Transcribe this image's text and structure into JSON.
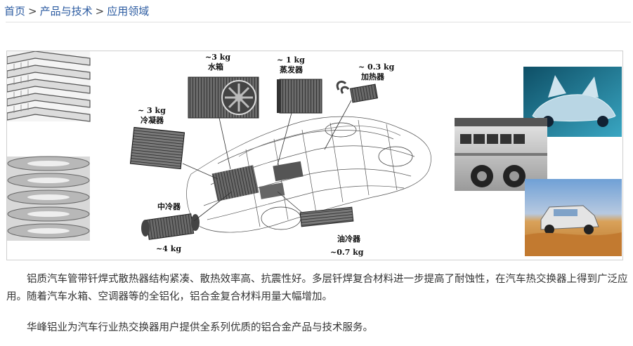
{
  "breadcrumb": {
    "home": "首页",
    "products": "产品与技术",
    "current": "应用领域",
    "separator": ">"
  },
  "figure": {
    "labels": {
      "water_tank_weight": "~3 kg",
      "water_tank": "水箱",
      "evaporator_weight": "~ 1 kg",
      "evaporator": "蒸发器",
      "heater_weight": "~ 0.3 kg",
      "heater": "加热器",
      "condenser_weight": "~ 3 kg",
      "condenser": "冷凝器",
      "intercooler": "中冷器",
      "intercooler_weight": "~4 kg",
      "oil_cooler": "油冷器",
      "oil_cooler_weight": "~0.7 kg"
    }
  },
  "content": {
    "paragraph1": "铝质汽车管带钎焊式散热器结构紧凑、散热效率高、抗震性好。多层钎焊复合材料进一步提高了耐蚀性，在汽车热交换器上得到广泛应用。随着汽车水箱、空调器等的全铝化，铝合金复合材料用量大幅增加。",
    "paragraph2": "华峰铝业为汽车行业热交换器用户提供全系列优质的铝合金产品与技术服务。"
  },
  "colors": {
    "link": "#2a5aa0",
    "text": "#333333",
    "sky_blue": "#1d6f8a",
    "desert": "#c98a3c"
  }
}
